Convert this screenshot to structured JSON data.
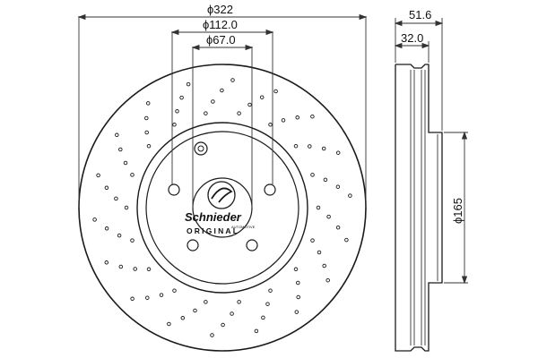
{
  "dimensions": {
    "outer_diameter": "ϕ322",
    "bolt_circle": "ϕ112.0",
    "center_bore": "ϕ67.0",
    "total_height": "51.6",
    "disc_thickness": "32.0",
    "hat_diameter": "ϕ165"
  },
  "logo": {
    "brand": "Schnieder",
    "subline": "ORIGINAL",
    "mark": "AUTOMOTIVE"
  },
  "colors": {
    "line": "#1a1a1a",
    "dim_line": "#333333"
  }
}
